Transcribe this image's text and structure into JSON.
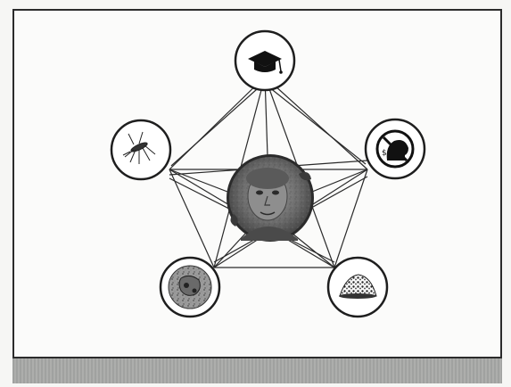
{
  "diagram": {
    "center_node": {
      "icon": "child-portrait-icon"
    },
    "outer_nodes": [
      {
        "key": "education",
        "icon": "graduation-cap-icon"
      },
      {
        "key": "no-smoking",
        "icon": "no-smoking-head-icon"
      },
      {
        "key": "nutrition",
        "icon": "food-pile-icon"
      },
      {
        "key": "infection",
        "icon": "pathogen-cell-icon"
      },
      {
        "key": "malaria",
        "icon": "mosquito-icon"
      }
    ],
    "colors": {
      "line": "#2a2a2a",
      "node_fill": "#ffffff",
      "center_fill": "#6b6b6b",
      "footer": "#a9aaa8"
    }
  }
}
